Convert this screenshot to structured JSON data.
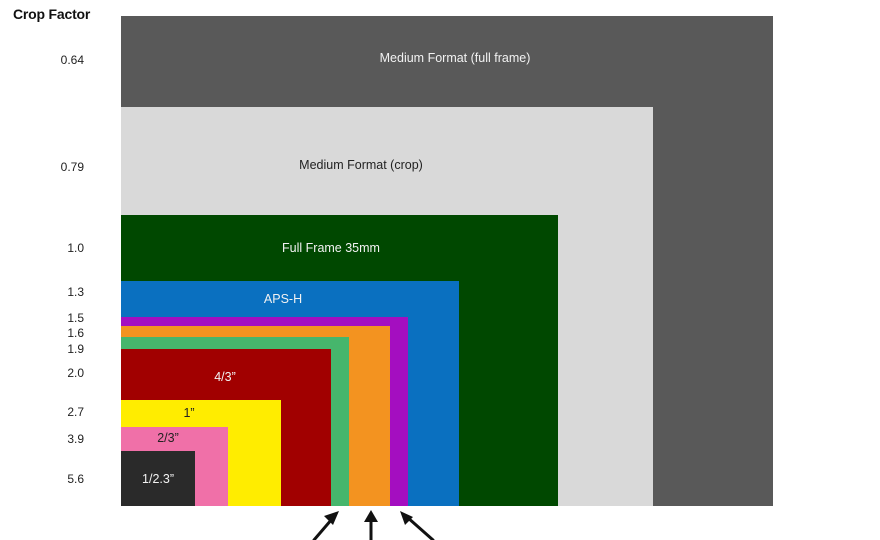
{
  "axis_title": "Crop Factor",
  "sensors": [
    {
      "key": "medium-full",
      "crop_factor": "0.64",
      "label": "Medium Format (full frame)",
      "color": "#595959",
      "text_color": "#f2f2f2"
    },
    {
      "key": "medium-crop",
      "crop_factor": "0.79",
      "label": "Medium Format (crop)",
      "color": "#d9d9d9",
      "text_color": "#222222"
    },
    {
      "key": "full-frame",
      "crop_factor": "1.0",
      "label": "Full Frame 35mm",
      "color": "#004800",
      "text_color": "#f2f2f2"
    },
    {
      "key": "aps-h",
      "crop_factor": "1.3",
      "label": "APS-H",
      "color": "#0a70c0",
      "text_color": "#f2f2f2"
    },
    {
      "key": "aps-c-canon-purple",
      "crop_factor": "1.5",
      "label": "",
      "color": "#a40ec0",
      "text_color": "#ffffff"
    },
    {
      "key": "aps-c-orange",
      "crop_factor": "1.6",
      "label": "",
      "color": "#f39320",
      "text_color": "#ffffff"
    },
    {
      "key": "green-strip",
      "crop_factor": "1.9",
      "label": "",
      "color": "#46b66c",
      "text_color": "#ffffff"
    },
    {
      "key": "four-thirds",
      "crop_factor": "2.0",
      "label": "4/3”",
      "color": "#a10000",
      "text_color": "#f2f2f2"
    },
    {
      "key": "one-inch",
      "crop_factor": "2.7",
      "label": "1”",
      "color": "#ffed00",
      "text_color": "#222222"
    },
    {
      "key": "two-thirds",
      "crop_factor": "3.9",
      "label": "2/3”",
      "color": "#f070a8",
      "text_color": "#222222"
    },
    {
      "key": "one-over-two-three",
      "crop_factor": "5.6",
      "label": "1/2.3”",
      "color": "#2a2a2a",
      "text_color": "#f2f2f2"
    }
  ]
}
